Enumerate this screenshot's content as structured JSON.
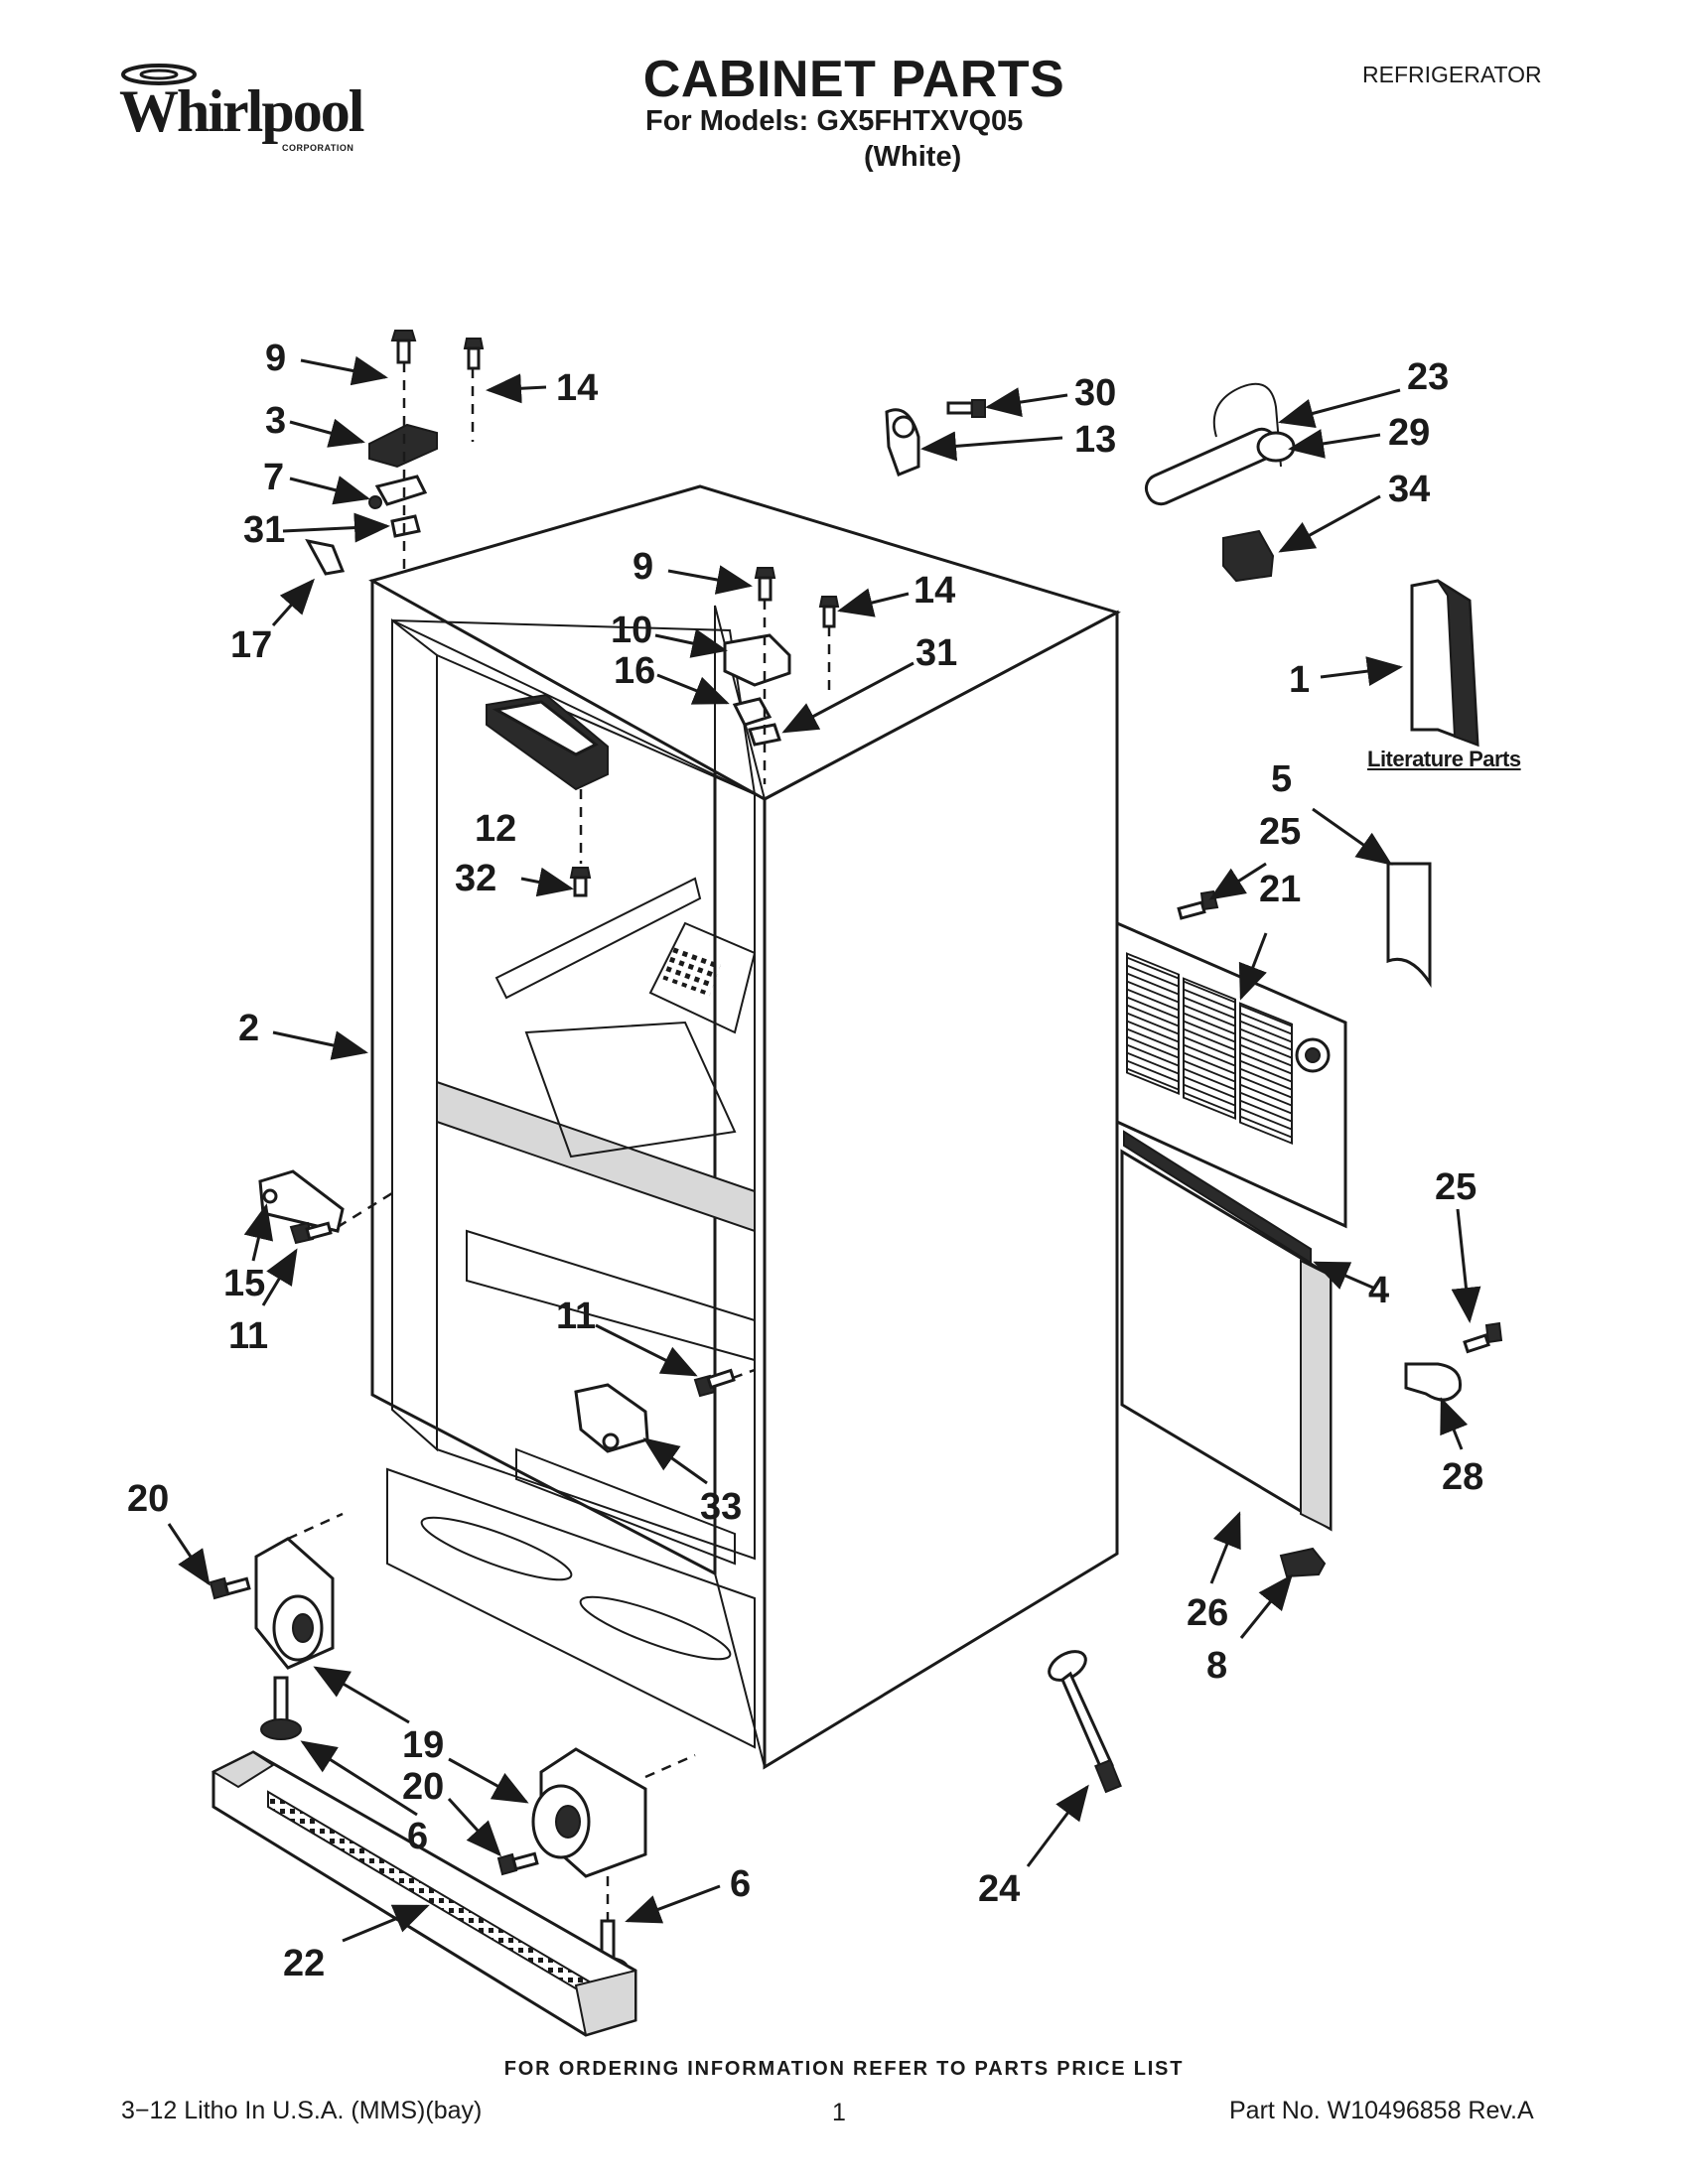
{
  "header": {
    "brand": "Whirlpool",
    "brand_sub": "CORPORATION",
    "title": "CABINET PARTS",
    "models_line": "For Models: GX5FHTXVQ05",
    "variant": "(White)",
    "category": "REFRIGERATOR"
  },
  "diagram": {
    "literature_label": "Literature Parts",
    "callouts": {
      "c9a": "9",
      "c3": "3",
      "c7": "7",
      "c31a": "31",
      "c17": "17",
      "c14a": "14",
      "c9b": "9",
      "c10": "10",
      "c16": "16",
      "c14b": "14",
      "c31b": "31",
      "c12": "12",
      "c32": "32",
      "c2": "2",
      "c30": "30",
      "c13": "13",
      "c23": "23",
      "c29": "29",
      "c34": "34",
      "c1": "1",
      "c5": "5",
      "c25a": "25",
      "c21": "21",
      "c15": "15",
      "c11a": "11",
      "c11b": "11",
      "c33": "33",
      "c25b": "25",
      "c4": "4",
      "c28": "28",
      "c20a": "20",
      "c19": "19",
      "c20b": "20",
      "c6a": "6",
      "c6b": "6",
      "c22": "22",
      "c26": "26",
      "c8": "8",
      "c24": "24"
    }
  },
  "footer": {
    "ordering_note": "FOR ORDERING INFORMATION REFER TO PARTS PRICE LIST",
    "litho": "3−12 Litho In U.S.A. (MMS)(bay)",
    "page": "1",
    "part_no": "Part No. W10496858 Rev.A"
  }
}
